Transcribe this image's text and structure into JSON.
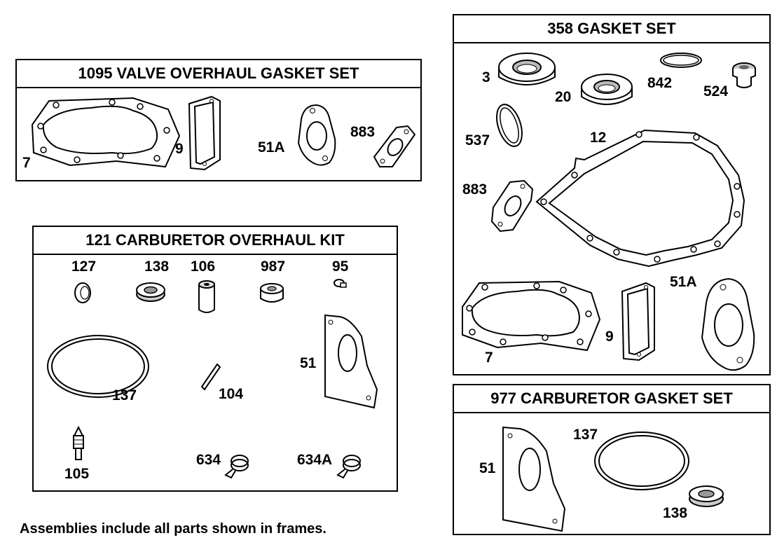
{
  "kits": {
    "valve": {
      "title": "1095 VALVE OVERHAUL GASKET SET",
      "parts": [
        "7",
        "9",
        "51A",
        "883"
      ]
    },
    "carb_overhaul": {
      "title": "121 CARBURETOR OVERHAUL KIT",
      "parts": [
        "127",
        "138",
        "106",
        "987",
        "95",
        "137",
        "104",
        "51",
        "105",
        "634",
        "634A"
      ]
    },
    "gasket": {
      "title": "358 GASKET SET",
      "parts": [
        "3",
        "20",
        "842",
        "524",
        "537",
        "12",
        "883",
        "51A",
        "7",
        "9"
      ]
    },
    "carb_gasket": {
      "title": "977 CARBURETOR GASKET SET",
      "parts": [
        "51",
        "137",
        "138"
      ]
    }
  },
  "footnote": "Assemblies include all parts shown in frames."
}
